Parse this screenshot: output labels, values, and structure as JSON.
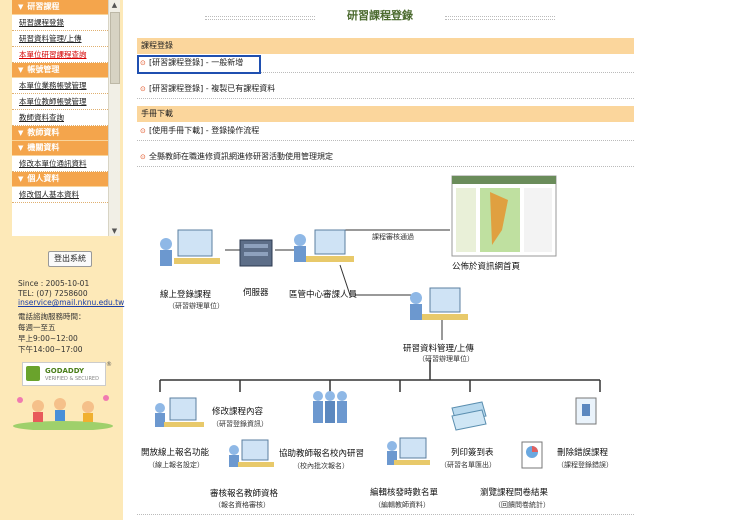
{
  "sidebar": {
    "groups": [
      {
        "title": "研習課程",
        "items": [
          {
            "label": "研習課程登錄",
            "red": false
          },
          {
            "label": "研習資料管理/上傳",
            "red": false
          },
          {
            "label": "本單位研習課程查詢",
            "red": true
          }
        ]
      },
      {
        "title": "帳號管理",
        "items": [
          {
            "label": "本單位業務帳號管理",
            "red": false
          },
          {
            "label": "本單位教師帳號管理",
            "red": false
          },
          {
            "label": "教師資料查詢",
            "red": false
          }
        ]
      },
      {
        "title": "教師資料",
        "items": []
      },
      {
        "title": "機關資料",
        "items": [
          {
            "label": "修改本單位通訊資料",
            "red": false
          }
        ]
      },
      {
        "title": "個人資料",
        "items": [
          {
            "label": "修改個人基本資料",
            "red": false
          }
        ]
      }
    ],
    "logout_label": "登出系統",
    "since": "Since : 2005-10-01",
    "tel": "TEL:   (07) 7258600",
    "email": "inservice@mail.nknu.edu.tw",
    "hours_title": "電話諮詢服務時間：",
    "hours_days": "每週一至五",
    "hours_am": "早上9:00~12:00",
    "hours_pm": "下午14:00~17:00",
    "badge_text": "GODADDY",
    "badge_sub": "VERIFIED & SECURED",
    "reg_mark": "®"
  },
  "main": {
    "title": "研習課程登錄",
    "section1": "課程登錄",
    "link1": "[研習課程登錄] - 一般新增",
    "link2": "[研習課程登錄] - 複製已有課程資料",
    "section2": "手冊下載",
    "link3": "[使用手冊下載] - 登錄操作流程",
    "link4": "全縣教師在職進修資訊網進修研習活動使用管理規定",
    "bullet": "⊙"
  },
  "flow": {
    "online": "線上登錄課程",
    "online_sub": "（研習辦理單位）",
    "server": "伺服器",
    "reviewer": "區管中心審課人員",
    "approved": "課程審核通過",
    "publish": "公佈於資訊網首頁",
    "manage": "研習資料管理/上傳",
    "manage_sub": "（研習辦理單位）",
    "open_reg": "開放線上報名功能",
    "open_reg_sub": "（線上報名設定）",
    "modify": "修改課程內容",
    "modify_sub": "（研習登錄資訊）",
    "assist": "協助教師報名校內研習",
    "assist_sub": "（校內批次報名）",
    "print": "列印簽到表",
    "print_sub": "（研習名單匯出）",
    "delete": "刪除錯誤課程",
    "delete_sub": "（課程登錄錯誤）",
    "check": "審核報名教師資格",
    "check_sub": "（報名資格審核）",
    "hours": "編輯核發時數名單",
    "hours_sub": "（編輯教師資料）",
    "survey": "瀏覽課程問卷結果",
    "survey_sub": "（回饋問卷統計）"
  }
}
